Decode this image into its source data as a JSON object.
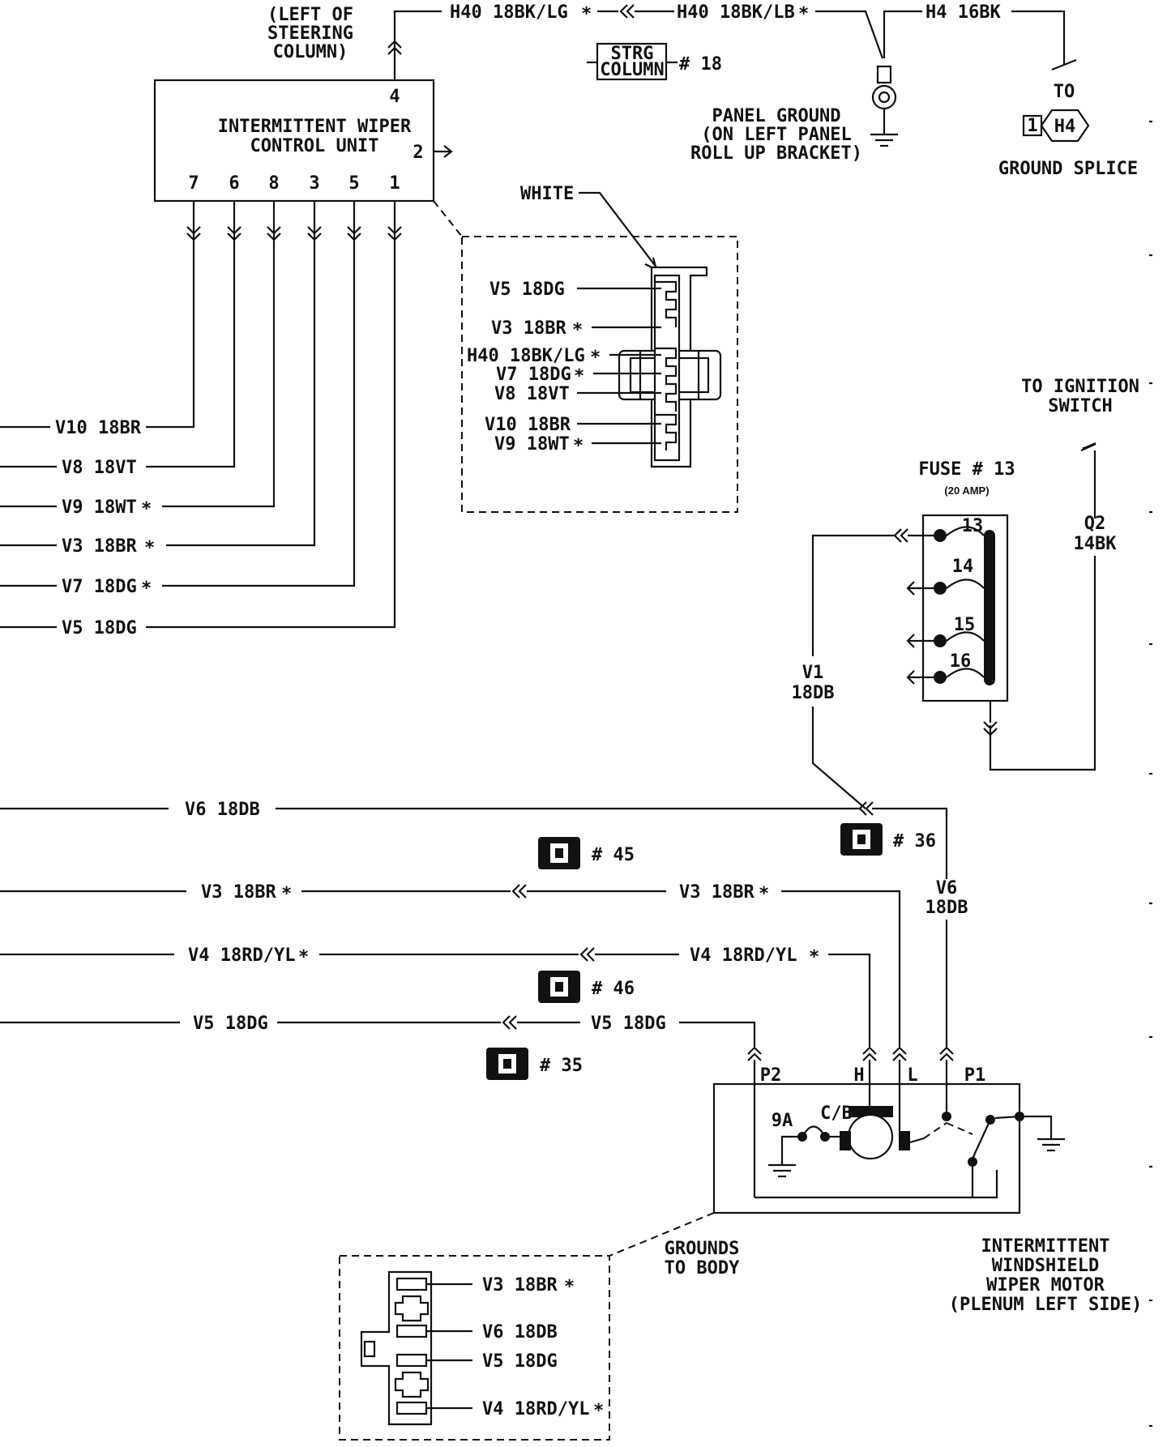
{
  "control_unit": {
    "title_line1": "INTERMITTENT WIPER",
    "title_line2": "CONTROL UNIT",
    "pins": [
      "7",
      "6",
      "8",
      "3",
      "5",
      "1"
    ],
    "pin_top": "4",
    "pin_right": "2",
    "location_line1": "(LEFT OF",
    "location_line2": "STEERING",
    "location_line3": "COLUMN)"
  },
  "top_wires": {
    "h40_a": "H40 18BK/LG",
    "h40_b": "H40 18BK/LB",
    "h4": "H4 16BK",
    "strg_line1": "STRG",
    "strg_line2": "COLUMN",
    "strg_ref": "# 18"
  },
  "panel_ground": {
    "line1": "PANEL GROUND",
    "line2": "(ON LEFT PANEL",
    "line3": "ROLL UP BRACKET)"
  },
  "ground_splice": {
    "to": "TO",
    "pin": "1",
    "id": "H4",
    "label": "GROUND SPLICE"
  },
  "connector_detail": {
    "color_label": "WHITE",
    "wires": [
      "V5 18DG",
      "V3 18BR",
      "H40 18BK/LG",
      "V7 18DG",
      "V8 18VT",
      "V10 18BR",
      "V9 18WT"
    ]
  },
  "left_wires": [
    "V10 18BR",
    "V8 18VT",
    "V9 18WT",
    "V3 18BR",
    "V7 18DG",
    "V5 18DG"
  ],
  "ignition": {
    "line1": "TO IGNITION",
    "line2": "SWITCH",
    "wire_line1": "Q2",
    "wire_line2": "14BK"
  },
  "fuse": {
    "title": "FUSE # 13",
    "rating": "(20 AMP)",
    "numbers": [
      "13",
      "14",
      "15",
      "16"
    ]
  },
  "v1": {
    "line1": "V1",
    "line2": "18DB"
  },
  "lower_wires": {
    "v6_left": "V6 18DB",
    "v6_line1": "V6",
    "v6_line2": "18DB",
    "v3_left": "V3 18BR",
    "v3_right": "V3 18BR",
    "v4_left": "V4 18RD/YL",
    "v4_right": "V4 18RD/YL",
    "v5_left": "V5 18DG",
    "v5_right": "V5 18DG"
  },
  "refs": {
    "r36": "# 36",
    "r45": "# 45",
    "r46": "# 46",
    "r35": "# 35"
  },
  "motor": {
    "pins": [
      "P2",
      "H",
      "L",
      "P1"
    ],
    "cb": "C/B",
    "amp": "9A",
    "grounds_line1": "GROUNDS",
    "grounds_line2": "TO BODY",
    "title_line1": "INTERMITTENT",
    "title_line2": "WINDSHIELD",
    "title_line3": "WIPER MOTOR",
    "title_line4": "(PLENUM LEFT SIDE)"
  },
  "motor_connector": {
    "wires": [
      "V3 18BR",
      "V6 18DB",
      "V5 18DG",
      "V4 18RD/YL"
    ]
  },
  "asterisk": "*"
}
